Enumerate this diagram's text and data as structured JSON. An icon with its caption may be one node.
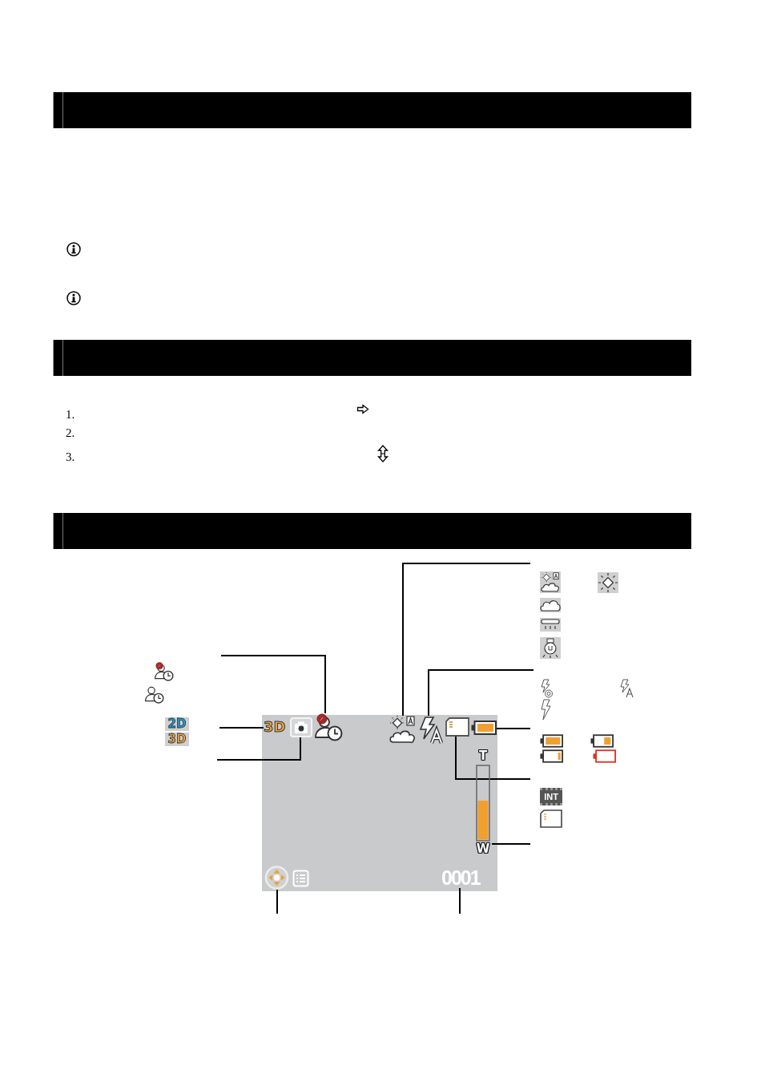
{
  "diagram": {
    "nodes": [
      {
        "text": [],
        "shape": "box"
      },
      {
        "text": [
          "3D"
        ],
        "in": 0
      },
      {
        "text": [],
        "shape": "picture",
        "in": 0
      },
      {
        "text": [],
        "shape": "picture",
        "in": 0
      },
      {
        "text": [],
        "shape": "picture",
        "in": 0
      },
      {
        "text": [],
        "shape": "picture",
        "in": 0
      },
      {
        "text": [],
        "shape": "picture",
        "in": 0
      },
      {
        "text": [],
        "shape": "picture",
        "in": 0
      },
      {
        "text": [
          "T",
          "W"
        ],
        "in": 0
      },
      {
        "text": [],
        "shape": "picture",
        "in": 0
      },
      {
        "text": [
          "0001"
        ],
        "in": 0
      }
    ],
    "edges": [
      {
        "from": null,
        "to": 4,
        "arrow": "none"
      },
      {
        "from": null,
        "to": 3,
        "arrow": "none"
      },
      {
        "from": null,
        "to": 5,
        "arrow": "none"
      },
      {
        "from": null,
        "to": 1,
        "arrow": "none"
      },
      {
        "from": null,
        "to": 7,
        "arrow": "none"
      },
      {
        "from": null,
        "to": 2,
        "arrow": "none"
      },
      {
        "from": null,
        "to": 6,
        "arrow": "none"
      },
      {
        "from": null,
        "to": 8,
        "arrow": "none"
      },
      {
        "from": null,
        "to": 9,
        "arrow": "none"
      },
      {
        "from": null,
        "to": 10,
        "arrow": "none"
      }
    ],
    "labels": [
      "1.",
      "2.",
      "3.",
      "2D",
      "3D",
      "INT"
    ]
  }
}
